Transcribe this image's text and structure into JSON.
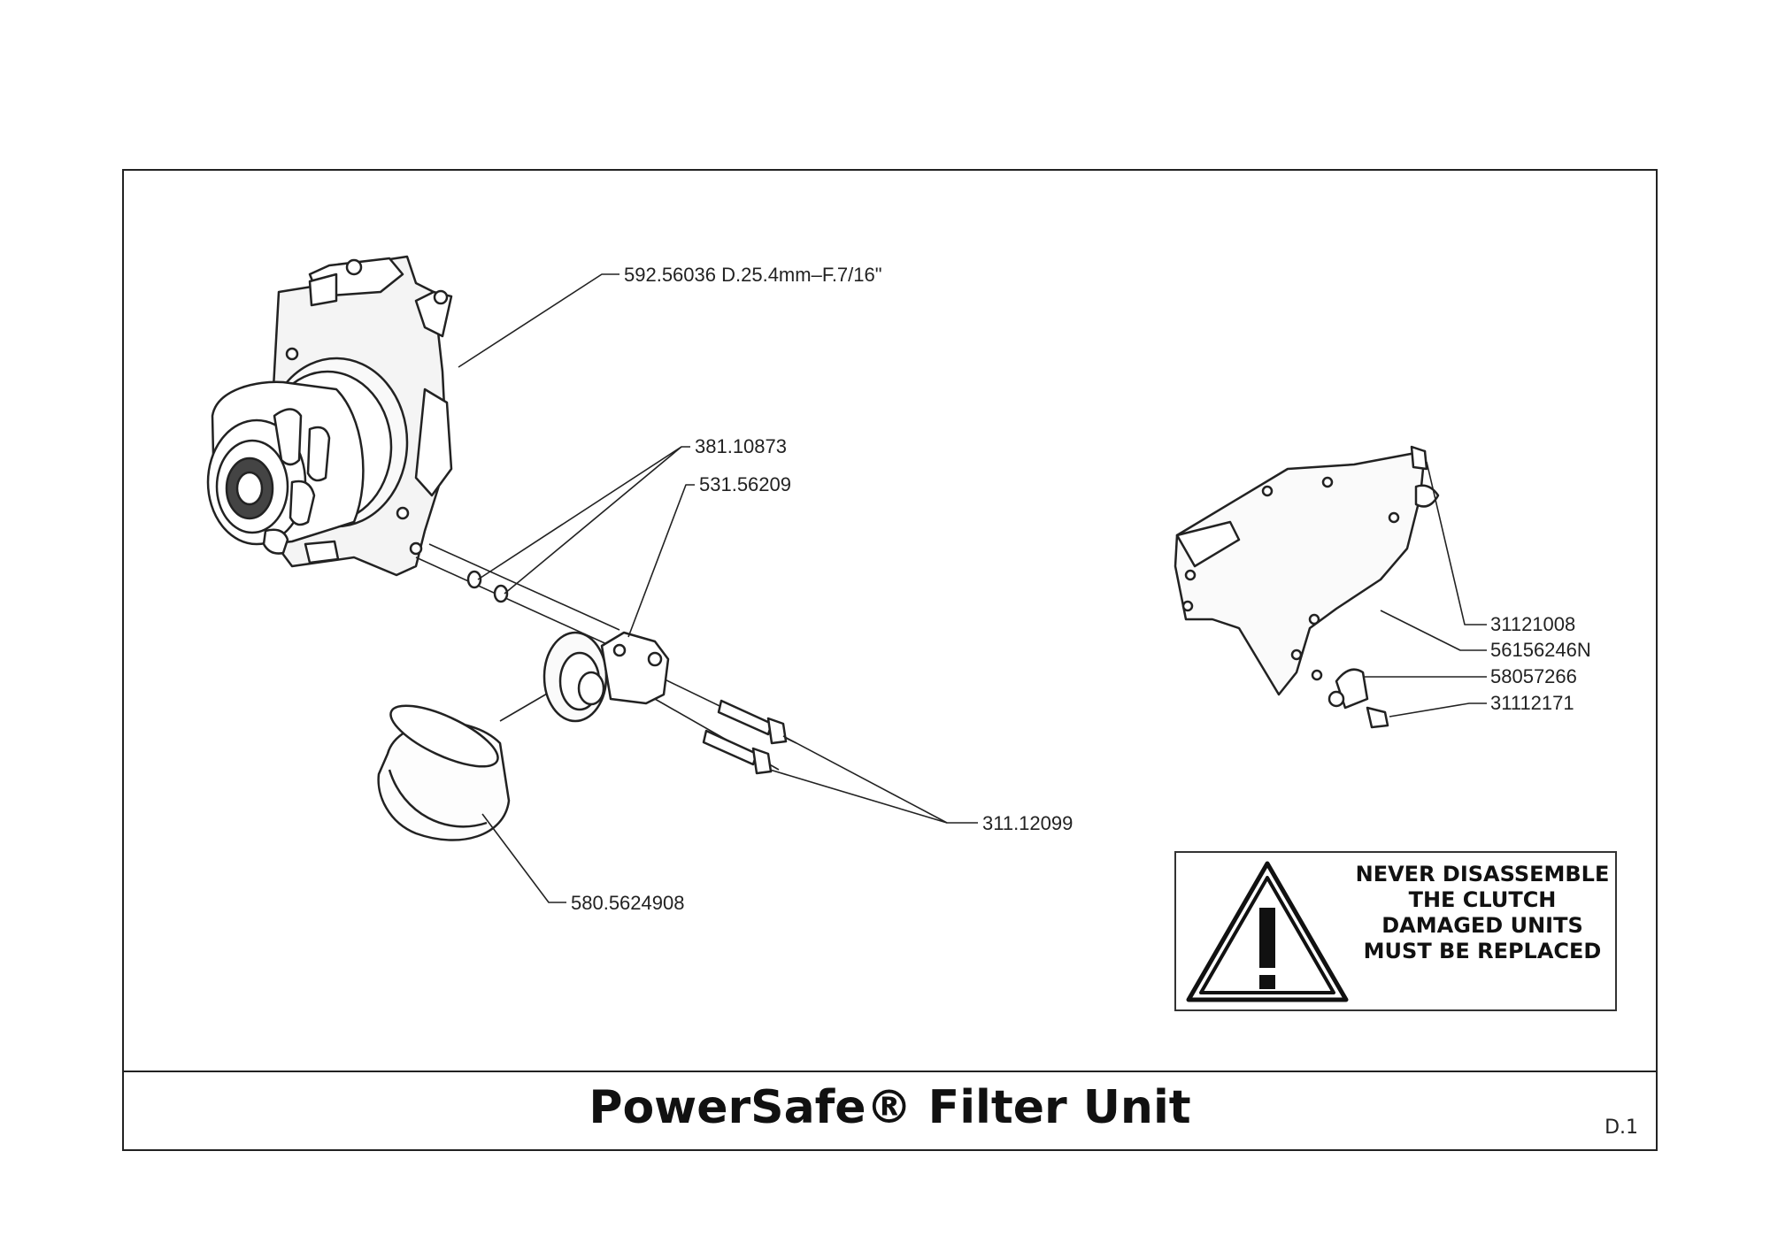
{
  "diagram": {
    "title": "PowerSafe® Filter Unit",
    "page_number": "D.1",
    "callouts": {
      "clutch": "592.56036 D.25.4mm–F.7/16\"",
      "oring_1": "381.10873",
      "adapter": "531.56209",
      "bolts": "311.12099",
      "filter": "580.5624908",
      "screw": "31121008",
      "bracket": "56156246N",
      "clip": "58057266",
      "bolt_small": "31112171"
    },
    "warning": {
      "icon": "warning-triangle-icon",
      "lines": [
        "NEVER DISASSEMBLE",
        "THE CLUTCH",
        "DAMAGED UNITS",
        "MUST BE REPLACED"
      ]
    }
  }
}
